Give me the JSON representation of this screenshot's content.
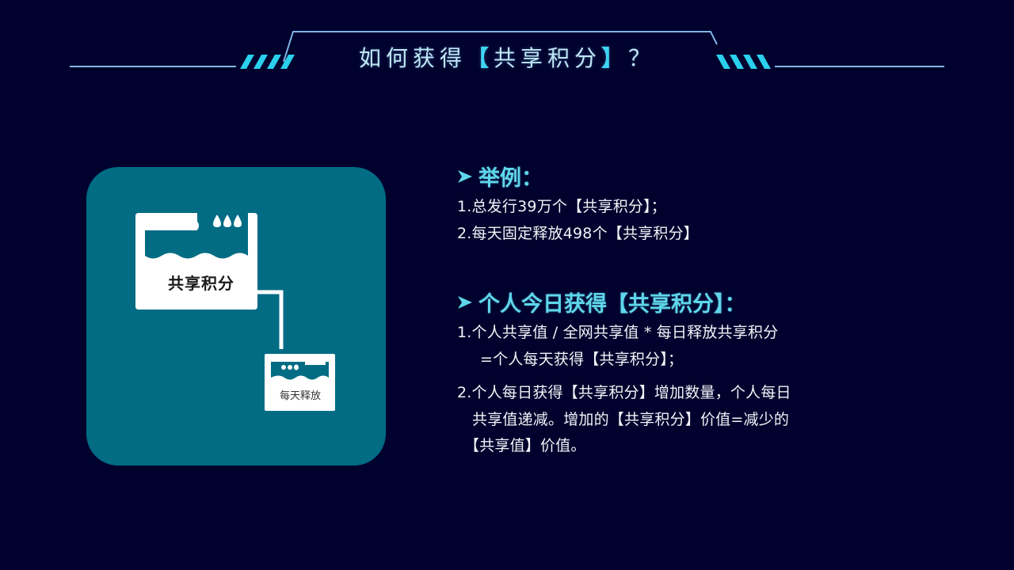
{
  "slide": {
    "title": {
      "prefix": "如何获得",
      "open_bracket": "【",
      "keyword": "共享积分",
      "close_bracket": "】",
      "suffix": "？"
    },
    "colors": {
      "background": "#01012d",
      "accent_cyan": "#2ad0ec",
      "line_blue": "#7fb6e6",
      "card_teal": "#016c84",
      "heading_cyan": "#5fd6ea",
      "body_text": "#f2f4f8"
    },
    "illustration": {
      "main_tank_label": "共享积分",
      "small_tank_label": "每天释放",
      "icons": [
        "water-tank-icon",
        "water-drops-icon",
        "pipe-icon"
      ]
    },
    "example_section": {
      "heading": "举例：",
      "lines": [
        "1.总发行39万个【共享积分】；",
        "2.每天固定释放498个【共享积分】"
      ]
    },
    "daily_section": {
      "heading": "个人今日获得【共享积分】：",
      "lines": [
        "1.个人共享值 / 全网共享值 * 每日释放共享积分",
        "=个人每天获得【共享积分】；",
        "2.个人每日获得【共享积分】增加数量，个人每日",
        "共享值递减。增加的【共享积分】价值=减少的",
        "【共享值】价值。"
      ]
    }
  }
}
